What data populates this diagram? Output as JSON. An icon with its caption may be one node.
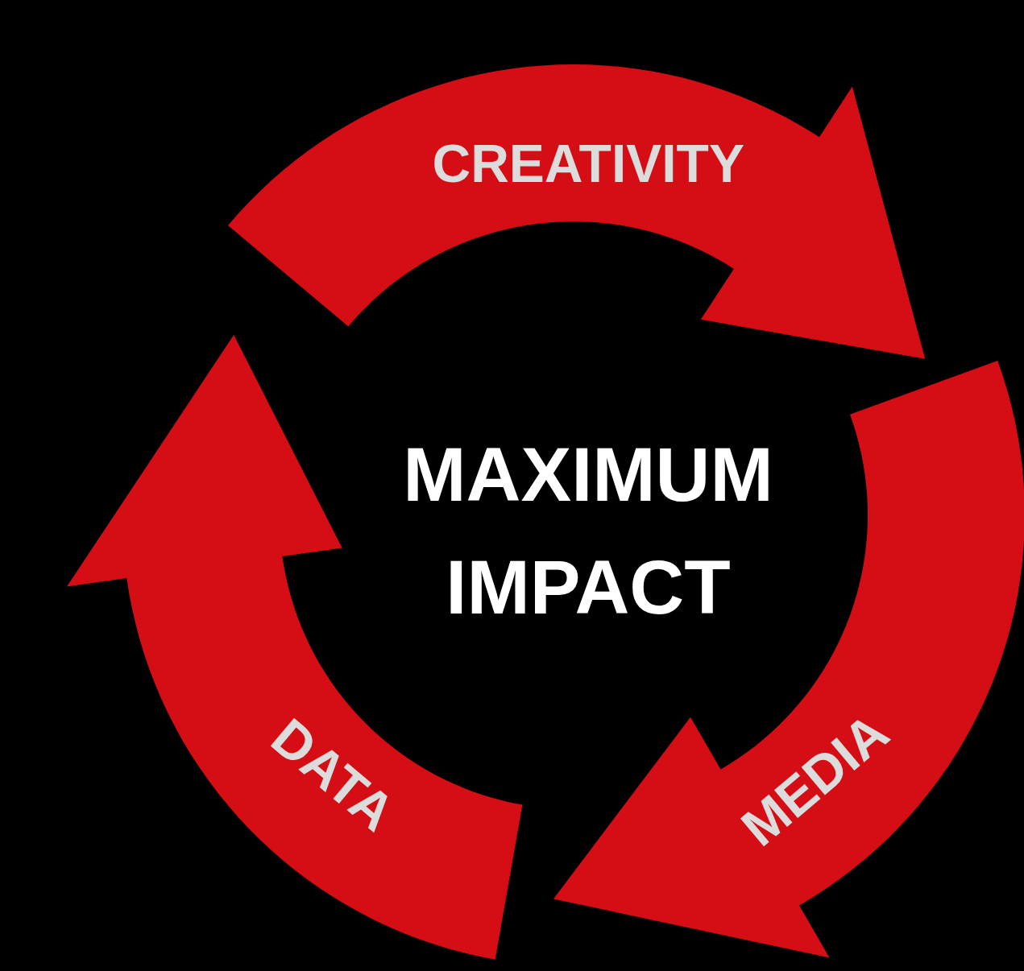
{
  "diagram": {
    "nodes": [
      {
        "text": [
          "CREATIVITY"
        ]
      },
      {
        "text": [
          "MEDIA"
        ]
      },
      {
        "text": [
          "DATA"
        ]
      }
    ],
    "labels": [
      "MAXIMUM IMPACT"
    ]
  }
}
